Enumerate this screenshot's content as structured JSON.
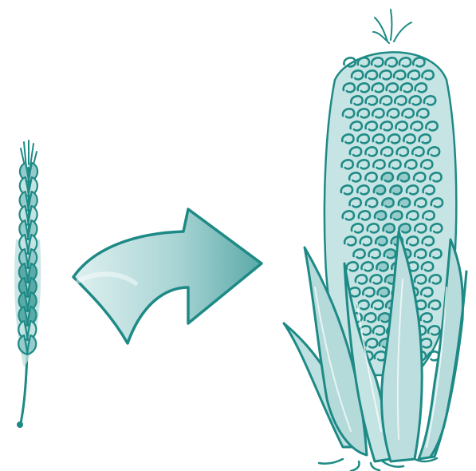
{
  "image": {
    "kind": "illustration",
    "style": "hand-drawn teal sketch",
    "elements": [
      "wheat-ear",
      "curved-arrow",
      "corn-cob"
    ]
  },
  "colors": {
    "background": "#ffffff",
    "ink": "#1e8a86",
    "fill_light": "#c4e3e3",
    "fill_mid": "#95cbcb",
    "fill_dark": "#5aaaa8"
  },
  "icons": {
    "left": "wheat-ear-icon",
    "middle": "curved-arrow-icon",
    "right": "corn-cob-icon"
  }
}
